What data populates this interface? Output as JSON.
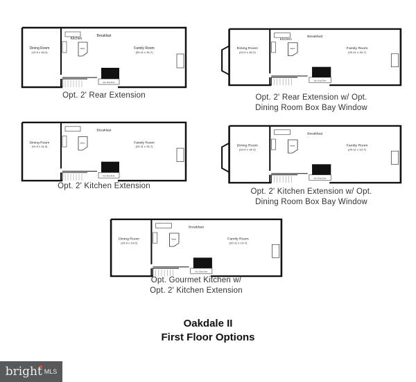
{
  "plans": [
    {
      "caption": [
        "Opt. 2' Rear Extension"
      ],
      "dining": "Dining Room",
      "dining_size": "(10-9 x 16-2)",
      "kitchen": "Kitchen",
      "breakfast": "Breakfast",
      "family": "Family Room",
      "family_size": "(20-11 x 15-7)",
      "island": "Island",
      "drop_zone": "Opt. Drop Zone",
      "bay": false
    },
    {
      "caption": [
        "Opt. 2' Rear Extension w/ Opt.",
        "Dining Room Box Bay Window"
      ],
      "dining": "Dining Room",
      "dining_size": "(10-9 x 16-2)",
      "kitchen": "Kitchen",
      "breakfast": "Breakfast",
      "family": "Family Room",
      "family_size": "(20-11 x 15-7)",
      "island": "Island",
      "drop_zone": "Opt. Drop Zone",
      "bay": true
    },
    {
      "caption": [
        "Opt. 2' Kitchen Extension"
      ],
      "dining": "Dining Room",
      "dining_size": "(10-9 x 14-2)",
      "kitchen": "",
      "breakfast": "Breakfast",
      "family": "Family Room",
      "family_size": "(20-11 x 15-7)",
      "island": "Island",
      "drop_zone": "Opt. Drop Zone",
      "bay": false
    },
    {
      "caption": [
        "Opt. 2' Kitchen Extension w/ Opt.",
        "Dining Room Box Bay Window"
      ],
      "dining": "Dining Room",
      "dining_size": "(10-9 x 14-2)",
      "kitchen": "",
      "breakfast": "Breakfast",
      "family": "Family Room",
      "family_size": "(20-11 x 13-7)",
      "island": "Island",
      "drop_zone": "Opt. Drop Zone",
      "bay": true
    },
    {
      "caption": [
        "Opt. Gourmet Kitchen w/",
        "Opt. 2' Kitchen Extension"
      ],
      "dining": "Dining Room",
      "dining_size": "(10-9 x 14-2)",
      "kitchen": "",
      "breakfast": "Breakfast",
      "family": "Family Room",
      "family_size": "(20-11 x 13-7)",
      "island": "Island",
      "drop_zone": "Opt. Drop Zone",
      "bay": false
    }
  ],
  "title": {
    "line1": "Oakdale II",
    "line2": "First Floor Options"
  },
  "logo": {
    "text": "bright MLS"
  }
}
